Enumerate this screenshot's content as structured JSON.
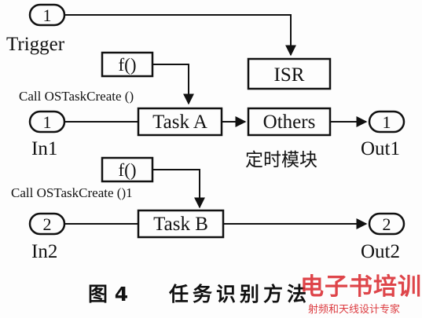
{
  "diagram": {
    "ports": {
      "trigger": {
        "number": "1",
        "label": "Trigger"
      },
      "in1": {
        "number": "1",
        "label": "In1"
      },
      "out1": {
        "number": "1",
        "label": "Out1"
      },
      "in2": {
        "number": "2",
        "label": "In2"
      },
      "out2": {
        "number": "2",
        "label": "Out2"
      }
    },
    "blocks": {
      "isr": "ISR",
      "func_a": "f()",
      "task_a": "Task A",
      "others": "Others",
      "func_b": "f()",
      "task_b": "Task B"
    },
    "annotations": {
      "call_a": "Call OSTaskCreate ()",
      "call_b": "Call OSTaskCreate ()1",
      "timer_module": "定时模块"
    }
  },
  "caption": {
    "figure": "图 4",
    "title": "任务识别方法"
  },
  "watermark": {
    "brand": "电子书培训",
    "tagline": "射频和天线设计专家"
  },
  "colors": {
    "line": "#111111",
    "watermark": "#d9262b"
  }
}
